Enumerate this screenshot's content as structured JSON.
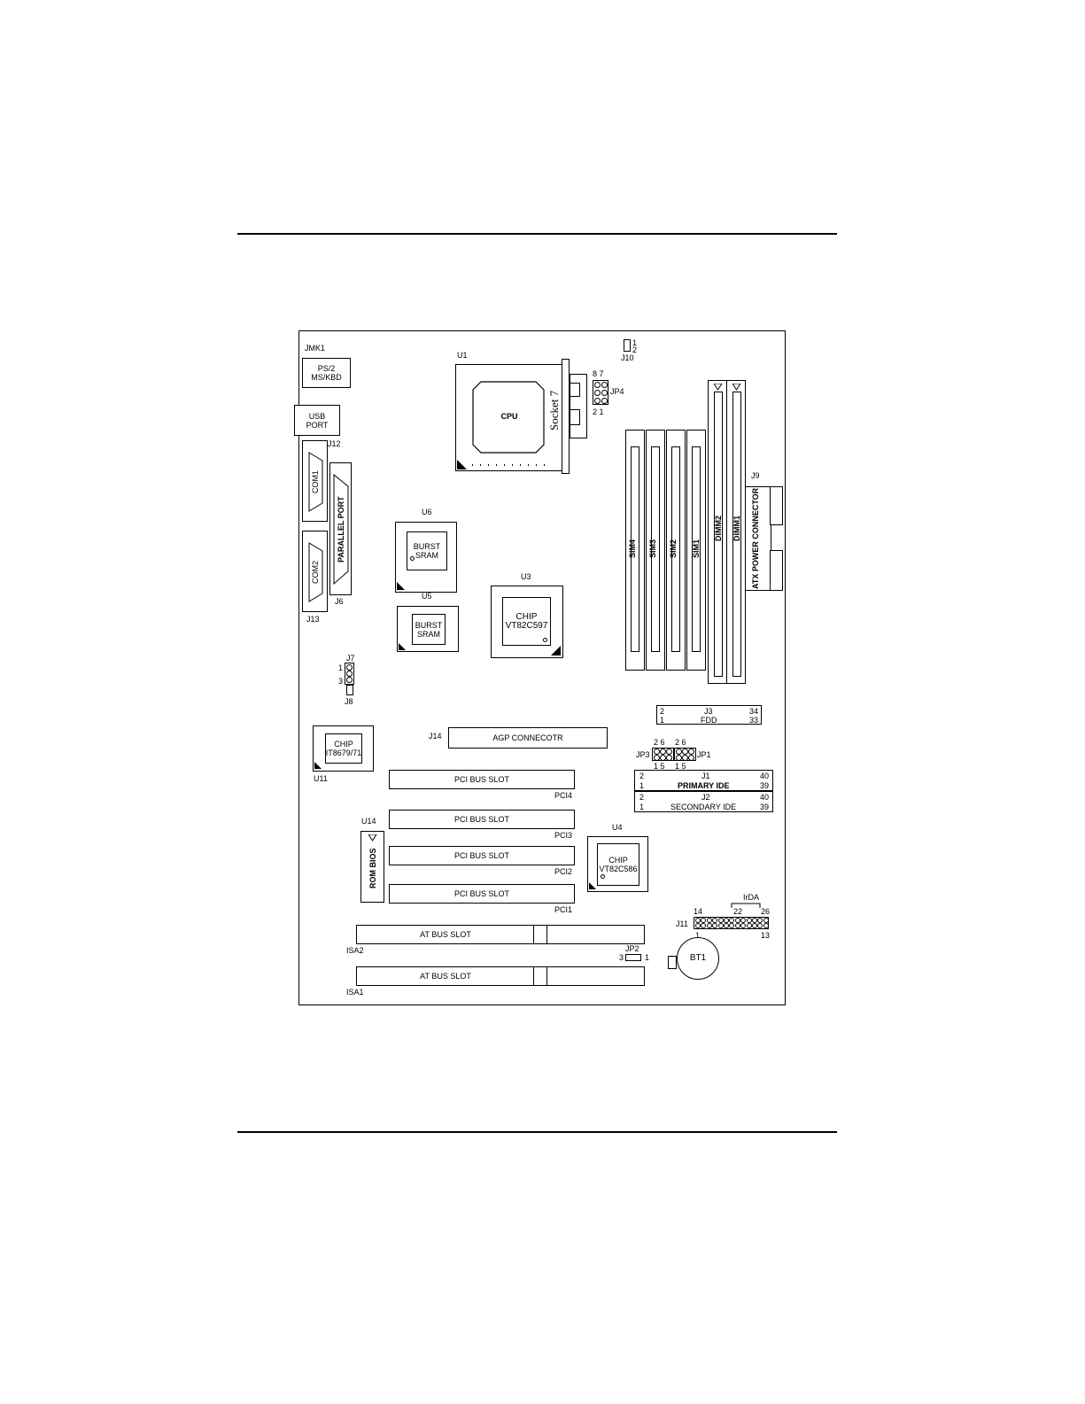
{
  "labels": {
    "jmk1": "JMK1",
    "ps2": "PS/2\nMS/KBD",
    "usb": "USB\nPORT",
    "j12": "J12",
    "com1": "COM1",
    "com2": "COM2",
    "parallel": "PARALLEL PORT",
    "j6": "J6",
    "j13": "J13",
    "u1": "U1",
    "cpu": "CPU",
    "socket": "Socket 7",
    "j10": "J10",
    "j10_p1": "1",
    "j10_p2": "2",
    "jp4": "JP4",
    "jp4_87": "8 7",
    "jp4_21": "2 1",
    "u6": "U6",
    "u5": "U5",
    "burst_sram": "BURST\nSRAM",
    "u3": "U3",
    "chip_597": "CHIP\nVT82C597",
    "sim4": "SIM4",
    "sim3": "SIM3",
    "sim2": "SIM2",
    "sim1": "SIM1",
    "dimm2": "DIMM2",
    "dimm1": "DIMM1",
    "j9": "J9",
    "atx": "ATX POWER CONNECTOR",
    "j7": "J7",
    "j7_1": "1",
    "j7_3": "3",
    "j8": "J8",
    "j3": "J3",
    "fdd": "FDD",
    "fdd_2": "2",
    "fdd_34": "34",
    "fdd_1": "1",
    "fdd_33": "33",
    "chip_8679": "CHIP\nIT8679/71",
    "u11": "U11",
    "j14": "J14",
    "agp": "AGP CONNECOTR",
    "jp3": "JP3",
    "jp1": "JP1",
    "jp3_top": "2   6",
    "jp1_top": "2   6",
    "jp3_bot": "1   5",
    "jp1_bot": "1   5",
    "j1": "J1",
    "primary_ide": "PRIMARY  IDE",
    "j2": "J2",
    "secondary_ide": "SECONDARY IDE",
    "ide_2": "2",
    "ide_40": "40",
    "ide_1": "1",
    "ide_39": "39",
    "pci_slot": "PCI BUS SLOT",
    "pci4": "PCI4",
    "pci3": "PCI3",
    "pci2": "PCI2",
    "pci1": "PCI1",
    "u14": "U14",
    "rom_bios": "ROM BIOS",
    "u4": "U4",
    "chip_586": "CHIP\nVT82C586",
    "irda": "IrDA",
    "j11": "J11",
    "j11_14": "14",
    "j11_22": "22",
    "j11_26": "26",
    "j11_1": "1",
    "j11_13": "13",
    "at_slot": "AT BUS SLOT",
    "isa2": "ISA2",
    "isa1": "ISA1",
    "jp2": "JP2",
    "jp2_3": "3",
    "jp2_1": "1",
    "bt1": "BT1"
  }
}
